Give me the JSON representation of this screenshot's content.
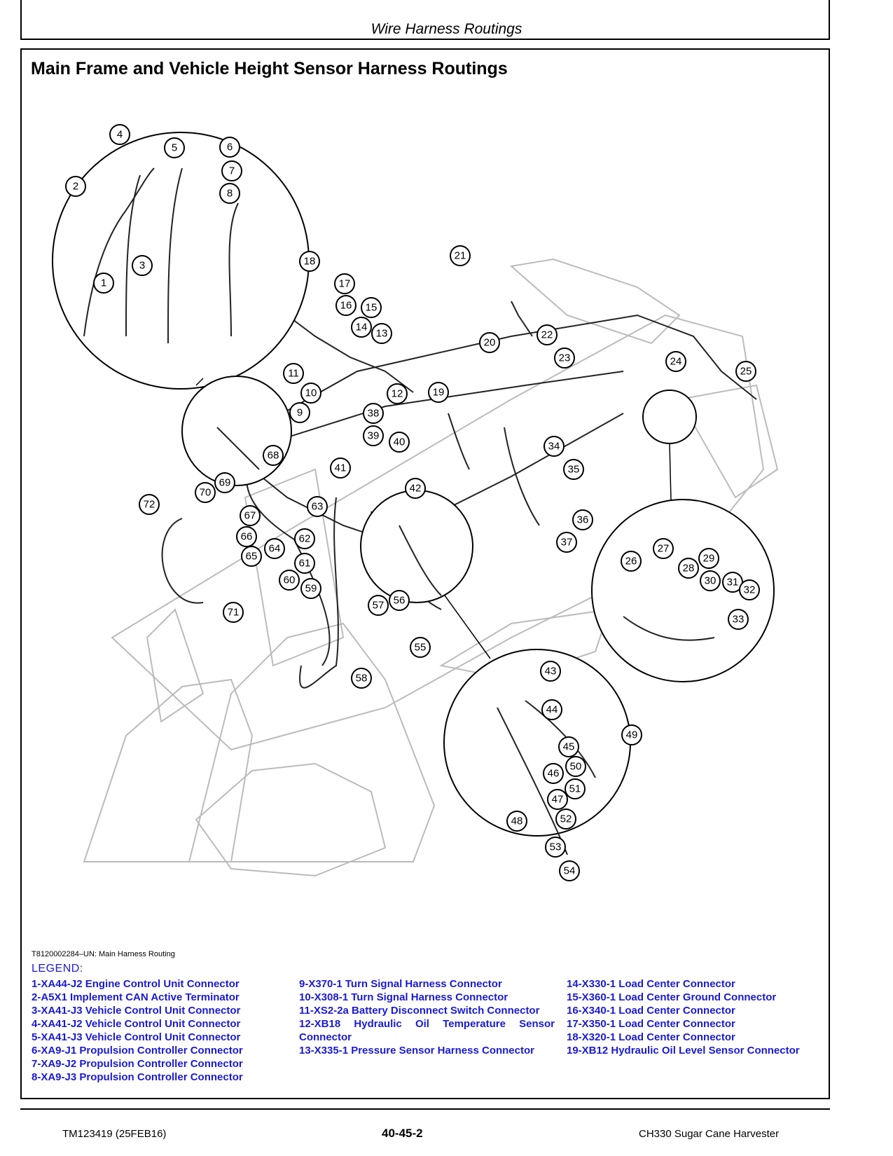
{
  "header": {
    "running_title": "Wire Harness Routings"
  },
  "page_title": "Main Frame and Vehicle Height Sensor Harness Routings",
  "figure": {
    "id_caption": "T8120002284–UN: Main Harness Routing",
    "callouts": [
      "1",
      "2",
      "3",
      "4",
      "5",
      "6",
      "7",
      "8",
      "9",
      "10",
      "11",
      "12",
      "13",
      "14",
      "15",
      "16",
      "17",
      "18",
      "19",
      "20",
      "21",
      "22",
      "23",
      "24",
      "25",
      "26",
      "27",
      "28",
      "29",
      "30",
      "31",
      "32",
      "33",
      "34",
      "35",
      "36",
      "37",
      "38",
      "39",
      "40",
      "41",
      "42",
      "43",
      "44",
      "45",
      "46",
      "47",
      "48",
      "49",
      "50",
      "51",
      "52",
      "53",
      "54",
      "55",
      "56",
      "57",
      "58",
      "59",
      "60",
      "61",
      "62",
      "63",
      "64",
      "65",
      "66",
      "67",
      "68",
      "69",
      "70",
      "71",
      "72"
    ]
  },
  "legend": {
    "title": "LEGEND:",
    "col1": [
      "1-XA44-J2 Engine Control Unit Connector",
      "2-A5X1 Implement CAN Active Terminator",
      "3-XA41-J3 Vehicle Control Unit Connector",
      "4-XA41-J2 Vehicle Control Unit Connector",
      "5-XA41-J3 Vehicle Control Unit Connector",
      "6-XA9-J1 Propulsion Controller Connector",
      "7-XA9-J2 Propulsion Controller Connector",
      "8-XA9-J3 Propulsion Controller Connector"
    ],
    "col2": [
      "9-X370-1 Turn Signal Harness Connector",
      "10-X308-1 Turn Signal Harness Connector",
      "11-XS2-2a Battery Disconnect Switch Connector",
      "12-XB18 Hydraulic Oil Temperature Sensor Connector",
      "13-X335-1 Pressure Sensor Harness Connector"
    ],
    "col3": [
      "14-X330-1 Load Center Connector",
      "15-X360-1 Load Center Ground Connector",
      "16-X340-1 Load Center Connector",
      "17-X350-1 Load Center Connector",
      "18-X320-1 Load Center Connector",
      "19-XB12 Hydraulic Oil Level Sensor Connector"
    ]
  },
  "footer": {
    "doc_id": "TM123419 (25FEB16)",
    "page_number": "40-45-2",
    "machine": "CH330 Sugar Cane Harvester"
  }
}
